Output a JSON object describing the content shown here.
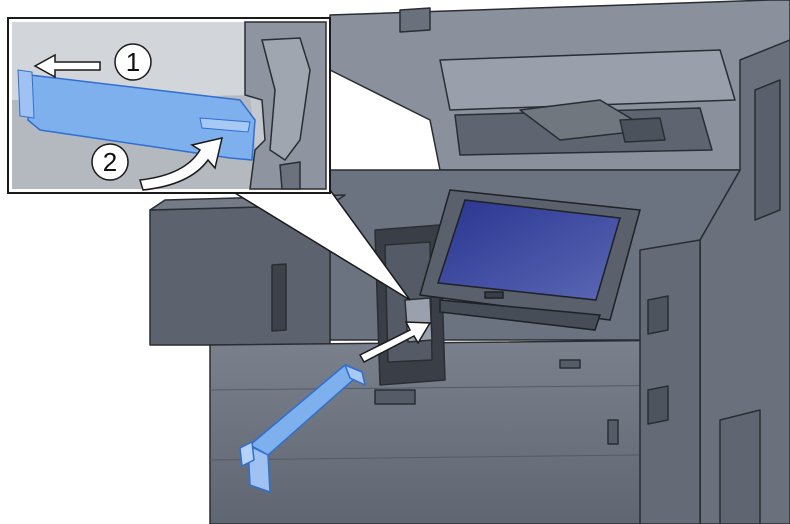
{
  "figure": {
    "steps": [
      {
        "number": "1"
      },
      {
        "number": "2"
      }
    ]
  },
  "colors": {
    "machine_body": "#6e7582",
    "machine_dark": "#4b525d",
    "machine_light": "#8c93a0",
    "highlight_part": "#7fb0ee",
    "highlight_outline": "#2f6fcf",
    "screen": "#2a3590",
    "inset_background": "#b9bec6",
    "callout_border": "#1a1a1a"
  },
  "icons": {
    "step_arrow": "curved-arrow",
    "pull_arrow": "straight-arrow"
  }
}
